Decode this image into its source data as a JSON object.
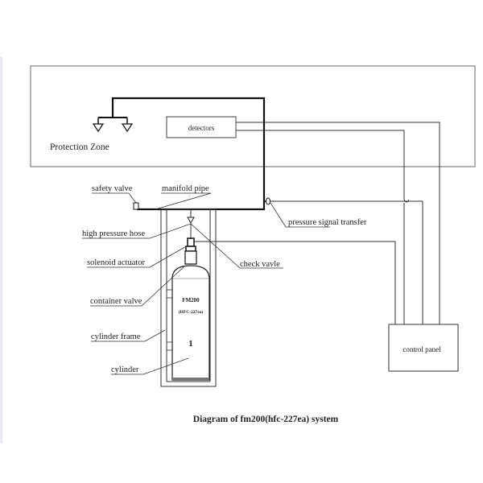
{
  "diagram": {
    "title": "Diagram of fm200(hfc-227ea) system",
    "zone_label": "Protection Zone",
    "detectors_label": "detectors",
    "control_panel_label": "control panel",
    "cylinder_text": {
      "line1": "FM200",
      "line2": "(HFC-227ea)",
      "number": "1"
    },
    "labels": {
      "safety_valve": "safety valve",
      "manifold_pipe": "manifold pipe",
      "high_pressure_hose": "high pressure hose",
      "solenoid_actuator": "solenoid actuator",
      "container_valve": "container valve",
      "cylinder_frame": "cylinder frame",
      "cylinder": "cylinder",
      "check_valve": "check vavle",
      "pressure_signal_transfer": "pressure signal transfer"
    }
  }
}
